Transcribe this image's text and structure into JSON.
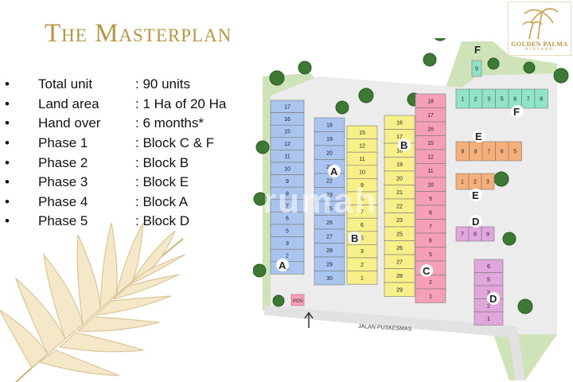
{
  "title": "The Masterplan",
  "facts": [
    {
      "bullet": "•",
      "key": "Total unit",
      "value": ": 90 units"
    },
    {
      "bullet": "•",
      "key": "Land area",
      "value": ": 1 Ha of 20 Ha"
    },
    {
      "bullet": "•",
      "key": "Hand over",
      "value": ": 6 months*"
    },
    {
      "bullet": "•",
      "key": "Phase 1",
      "value": ": Block C & F"
    },
    {
      "bullet": "•",
      "key": "Phase 2",
      "value": ": Block B"
    },
    {
      "bullet": "•",
      "key": "Phase 3",
      "value": ": Block E"
    },
    {
      "bullet": "•",
      "key": "Phase 4",
      "value": ": Block A"
    },
    {
      "bullet": "•",
      "key": "Phase 5",
      "value": ": Block D"
    }
  ],
  "logo": {
    "name": "GOLDEN PALMA",
    "sub": "BINTARO"
  },
  "watermark": "rumah",
  "map": {
    "street": "JALAN PUSKESMAS",
    "north": "N",
    "pos": "POS",
    "colors": {
      "A": "#a9c4ef",
      "B": "#f7f089",
      "C": "#f6a0b8",
      "D": "#e1a6dc",
      "E": "#f5b07a",
      "F": "#8fe3c8",
      "road": "#ececec",
      "grass": "#cfe3b8"
    },
    "blocks": [
      {
        "id": "A",
        "units": [
          17,
          16,
          15,
          12,
          11,
          10,
          9,
          8,
          7,
          6,
          5,
          3,
          2,
          1
        ]
      },
      {
        "id": "A2",
        "units": [
          18,
          19,
          20,
          21,
          22,
          23,
          25,
          26,
          27,
          28,
          29,
          30
        ]
      },
      {
        "id": "B",
        "units": [
          15,
          12,
          11,
          10,
          9,
          8,
          7,
          6,
          5,
          3,
          2,
          1
        ]
      },
      {
        "id": "B2",
        "units": [
          16,
          17,
          18,
          19,
          20,
          21,
          22,
          23,
          25,
          26,
          27,
          28,
          29
        ]
      },
      {
        "id": "C",
        "units": [
          18,
          17,
          16,
          15,
          12,
          11,
          10,
          9,
          8,
          7,
          6,
          5,
          3,
          2,
          1
        ]
      },
      {
        "id": "F",
        "units": [
          1,
          2,
          3,
          5,
          6,
          7,
          8
        ]
      },
      {
        "id": "F2",
        "units": [
          9
        ]
      },
      {
        "id": "E",
        "units": [
          9,
          8,
          7,
          6,
          5
        ]
      },
      {
        "id": "E2",
        "units": [
          1,
          2,
          3
        ]
      },
      {
        "id": "D",
        "units": [
          7,
          8,
          9
        ]
      },
      {
        "id": "D2",
        "units": [
          6,
          5,
          3,
          2,
          1
        ]
      }
    ]
  }
}
